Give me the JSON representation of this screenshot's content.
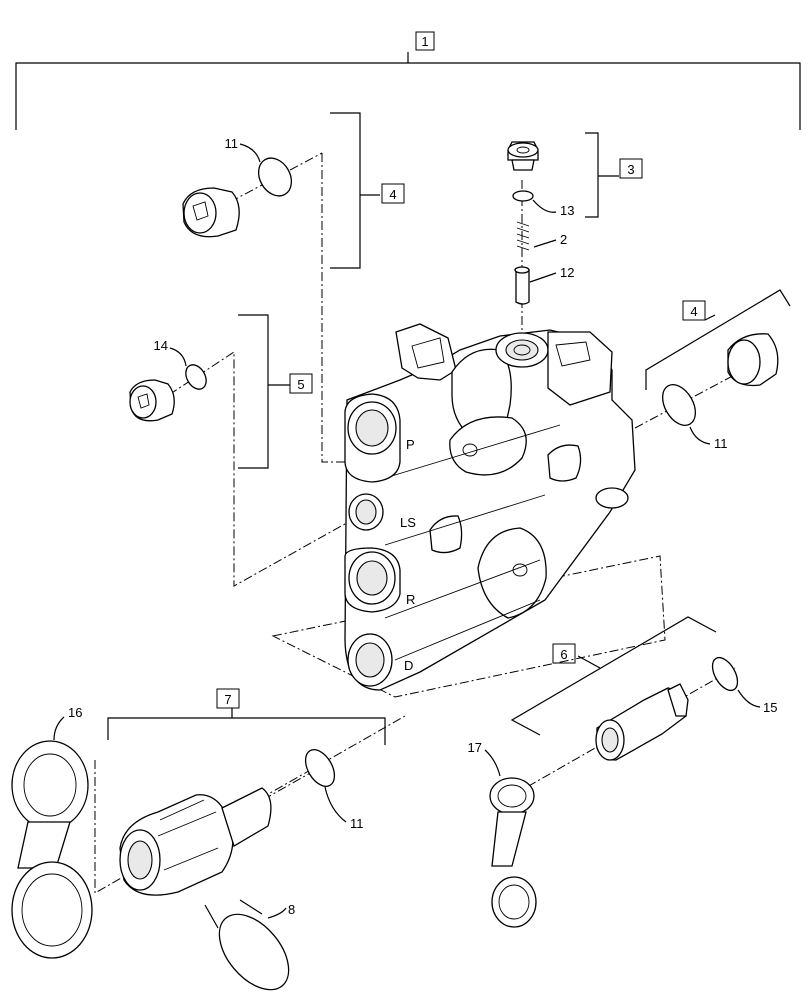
{
  "callouts": {
    "c1": "1",
    "c2": "2",
    "c3": "3",
    "c4a": "4",
    "c4b": "4",
    "c5": "5",
    "c6": "6",
    "c7": "7",
    "c8": "8",
    "c11a": "11",
    "c11b": "11",
    "c11c": "11",
    "c12": "12",
    "c13": "13",
    "c14": "14",
    "c15": "15",
    "c16": "16",
    "c17": "17"
  },
  "port_labels": {
    "p": "P",
    "ls": "LS",
    "r": "R",
    "d": "D"
  }
}
